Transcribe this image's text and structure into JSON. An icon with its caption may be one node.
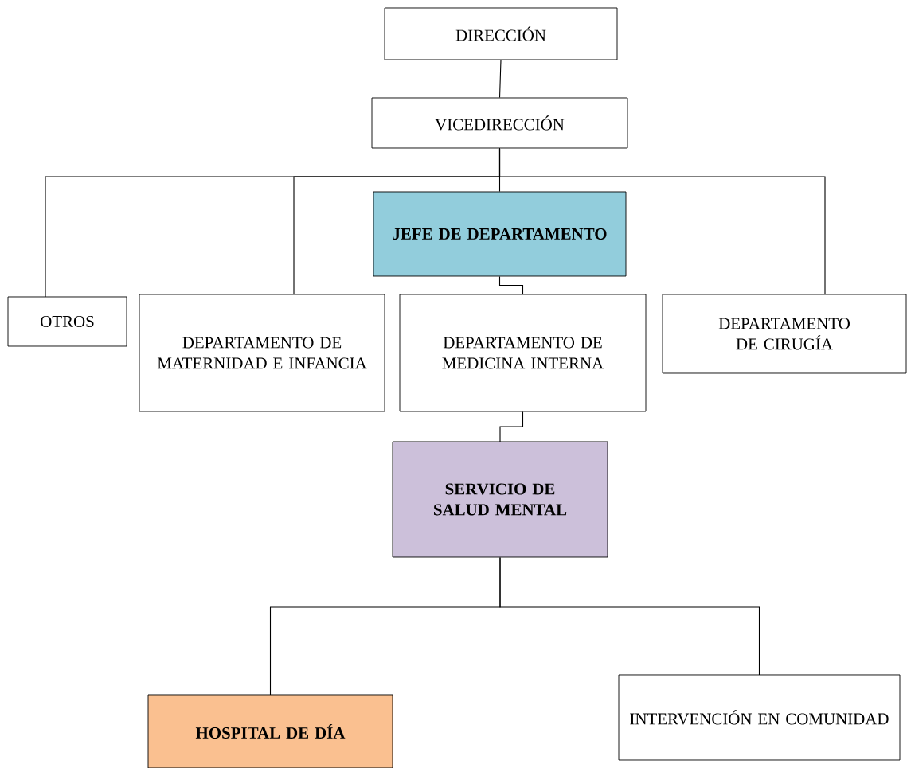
{
  "diagram": {
    "nodes": [
      {
        "text": [
          "DIRECCIÓN"
        ]
      },
      {
        "text": [
          "VICEDIRECCIÓN"
        ]
      },
      {
        "text": [
          "JEFE DE DEPARTAMENTO"
        ]
      },
      {
        "text": [
          "OTROS"
        ]
      },
      {
        "text": [
          "DEPARTAMENTO DE MATERNIDAD E INFANCIA"
        ]
      },
      {
        "text": [
          "DEPARTAMENTO DE MEDICINA INTERNA"
        ]
      },
      {
        "text": [
          "DEPARTAMENTO DE CIRUGÍA"
        ]
      },
      {
        "text": [
          "SERVICIO DE SALUD MENTAL"
        ]
      },
      {
        "text": [
          "HOSPITAL DE DÍA"
        ]
      },
      {
        "text": [
          "INTERVENCIÓN EN COMUNIDAD"
        ]
      }
    ],
    "edges": [
      {
        "from": 0,
        "to": 1,
        "arrow": "none"
      },
      {
        "from": 1,
        "to": 2,
        "arrow": "none"
      },
      {
        "from": 1,
        "to": 3,
        "arrow": "none"
      },
      {
        "from": 1,
        "to": 4,
        "arrow": "none"
      },
      {
        "from": 1,
        "to": 6,
        "arrow": "none"
      },
      {
        "from": 2,
        "to": 5,
        "arrow": "none"
      },
      {
        "from": 5,
        "to": 7,
        "arrow": "none"
      },
      {
        "from": 7,
        "to": 8,
        "arrow": "none"
      },
      {
        "from": 7,
        "to": 9,
        "arrow": "none"
      }
    ]
  }
}
